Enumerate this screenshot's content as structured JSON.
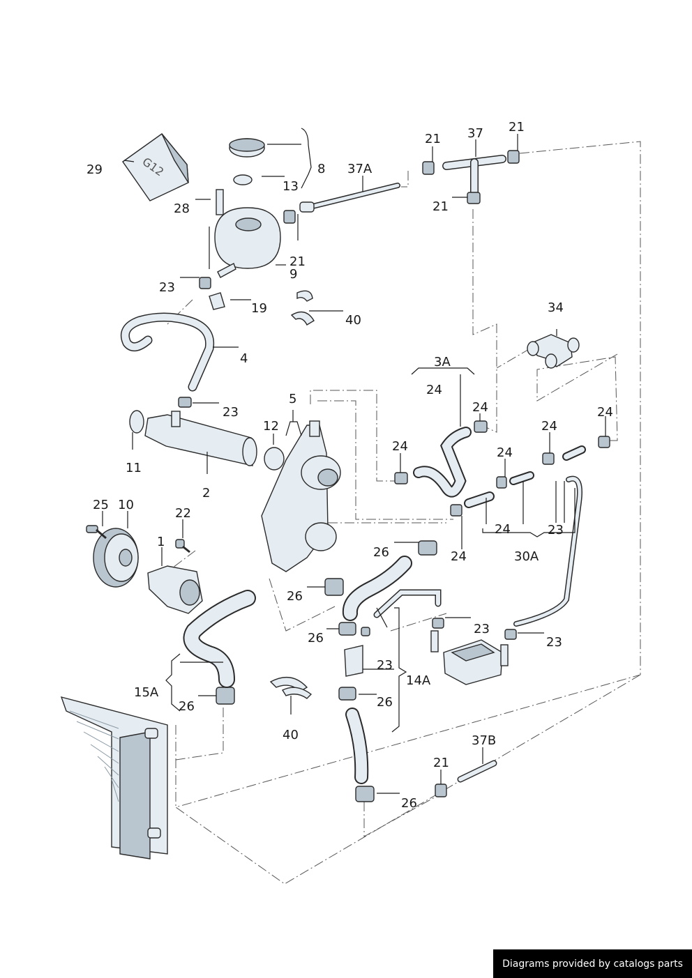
{
  "footer_text": "Diagrams provided by catalogs parts",
  "container_stamp": "G12",
  "callouts": {
    "c1": "1",
    "c2": "2",
    "c3a": "3A",
    "c4": "4",
    "c5": "5",
    "c8": "8",
    "c9": "9",
    "c10": "10",
    "c11": "11",
    "c12": "12",
    "c13": "13",
    "c14a": "14A",
    "c15a": "15A",
    "c19": "19",
    "c21a": "21",
    "c21b": "21",
    "c21c": "21",
    "c21d": "21",
    "c21e": "21",
    "c22": "22",
    "c23a": "23",
    "c23b": "23",
    "c23c": "23",
    "c23d": "23",
    "c23e": "23",
    "c23f": "23",
    "c24a": "24",
    "c24b": "24",
    "c24c": "24",
    "c24d": "24",
    "c24e": "24",
    "c24f": "24",
    "c24g": "24",
    "c24h": "24",
    "c25": "25",
    "c26a": "26",
    "c26b": "26",
    "c26c": "26",
    "c26d": "26",
    "c26e": "26",
    "c26f": "26",
    "c28": "28",
    "c29": "29",
    "c30a": "30A",
    "c34": "34",
    "c37": "37",
    "c37a": "37A",
    "c37b": "37B",
    "c40a": "40",
    "c40b": "40"
  }
}
